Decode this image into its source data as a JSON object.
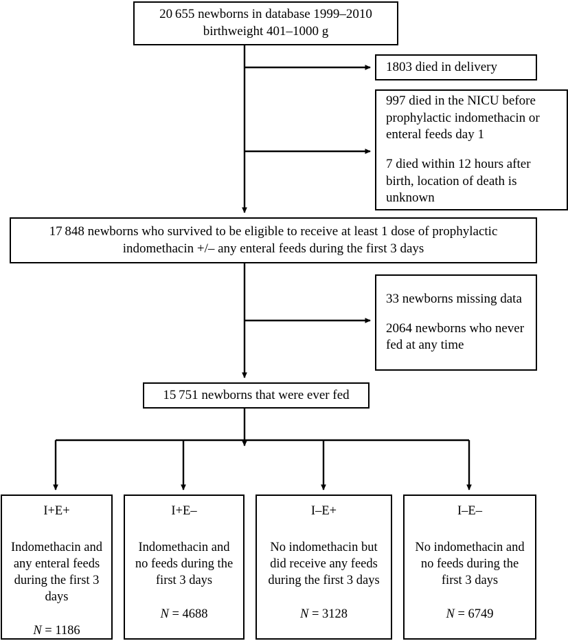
{
  "figure": {
    "type": "flow-diagram",
    "title": "Study population flow diagram"
  },
  "nodes": {
    "root": {
      "line1": "20 655 newborns in database 1999–2010",
      "line2": "birthweight 401–1000 g"
    },
    "died_delivery": {
      "text": "1803 died in delivery"
    },
    "died_nicu": {
      "para1": "997 died in the NICU before prophylactic indomethacin or enteral feeds day 1",
      "para2": "7 died within 12 hours after birth, location of death is unknown"
    },
    "survived": {
      "line1": "17 848 newborns who survived to be eligible to receive at least 1 dose of prophylactic",
      "line2": "indomethacin +/– any enteral feeds during the first 3 days"
    },
    "excluded": {
      "para1": "33 newborns missing data",
      "para2": "2064 newborns who never fed at any time"
    },
    "ever_fed": {
      "text": "15 751 newborns that were ever fed"
    }
  },
  "groups": [
    {
      "code": "I+E+",
      "description": "Indomethacin and any enteral feeds during the first 3 days",
      "n_label": "N",
      "n_equals": " = ",
      "n_value": "1186"
    },
    {
      "code": "I+E–",
      "description": "Indomethacin and no feeds during the first 3 days",
      "n_label": "N",
      "n_equals": " = ",
      "n_value": "4688"
    },
    {
      "code": "I–E+",
      "description": "No indomethacin but did receive any feeds during the first 3 days",
      "n_label": "N",
      "n_equals": " = ",
      "n_value": "3128"
    },
    {
      "code": "I–E–",
      "description": "No indomethacin and no feeds during the first 3 days",
      "n_label": "N",
      "n_equals": " = ",
      "n_value": "6749"
    }
  ],
  "style": {
    "line_color": "#000000",
    "background": "#ffffff",
    "text_color": "#000000"
  }
}
